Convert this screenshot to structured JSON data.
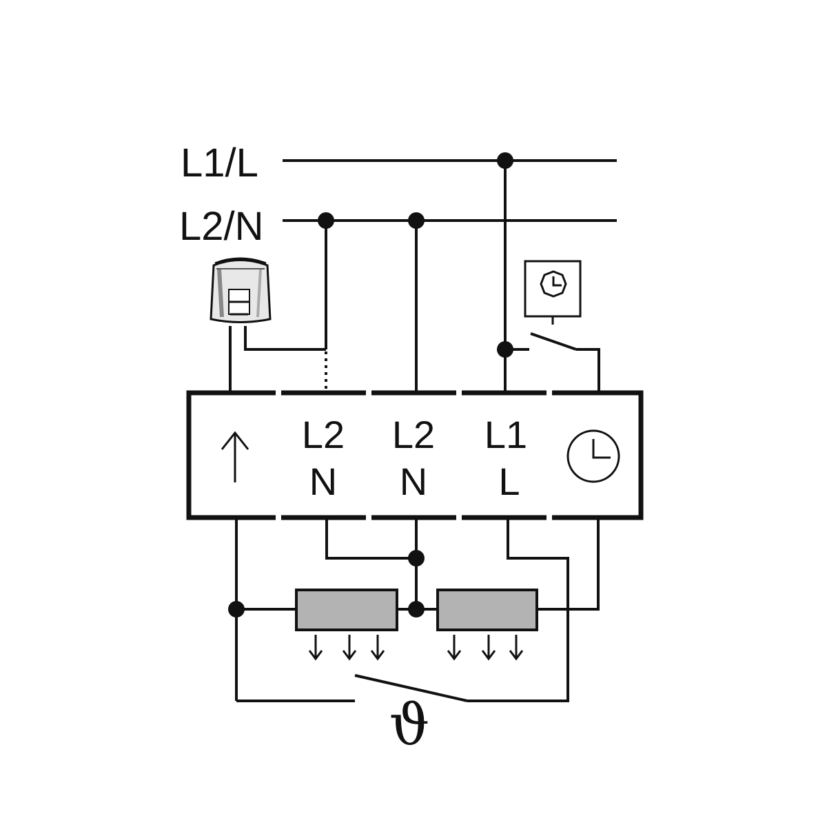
{
  "supply": {
    "line1_label": "L1/L",
    "line2_label": "L2/N"
  },
  "terminal_block": {
    "terminals": [
      {
        "id": "actuator",
        "icon": "arrow-up-icon"
      },
      {
        "id": "l2n-1",
        "top": "L2",
        "bottom": "N"
      },
      {
        "id": "l2n-2",
        "top": "L2",
        "bottom": "N"
      },
      {
        "id": "l1l",
        "top": "L1",
        "bottom": "L"
      },
      {
        "id": "timer",
        "icon": "clock-icon"
      }
    ]
  },
  "components": {
    "actuator": {
      "icon": "valve-actuator-icon"
    },
    "timer_switch": {
      "icon": "clock-icon"
    },
    "heaters": {
      "count": 2,
      "color": "#b3b3b3"
    },
    "thermostat_symbol": "ϑ"
  },
  "colors": {
    "wire": "#111111",
    "heater_fill": "#b3b3b3",
    "background": "#ffffff"
  }
}
